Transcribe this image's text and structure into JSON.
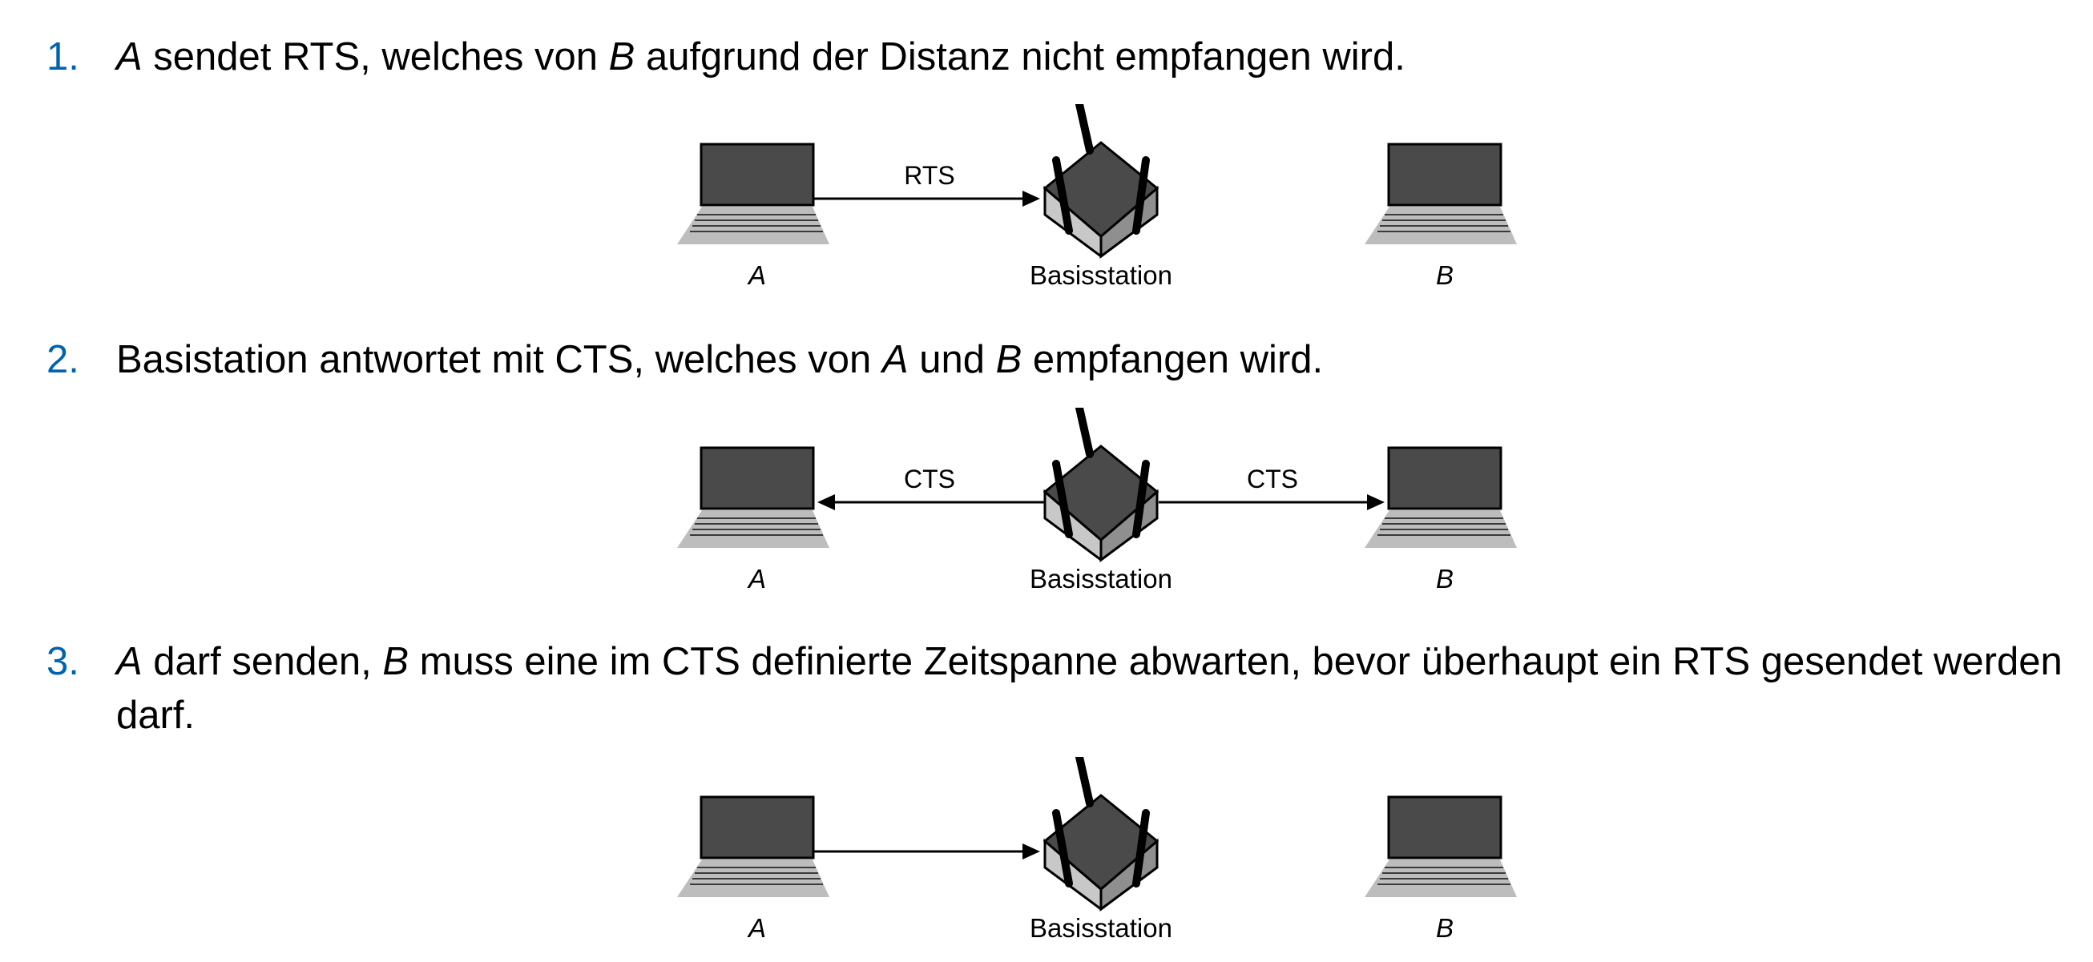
{
  "colors": {
    "accent": "#0063b0",
    "device": "#4a4a4a",
    "base_light": "#c8c8c8",
    "base_dark": "#8f8f8f"
  },
  "icons": {
    "laptop": "laptop-icon",
    "router": "wireless-router-icon"
  },
  "steps": [
    {
      "num": "1.",
      "node_a": "A",
      "t1": " sendet RTS, welches von ",
      "node_b": "B",
      "t2": " aufgrund der Distanz nicht empfangen wird.",
      "diagram": {
        "label_a": "A",
        "label_base": "Basisstation",
        "label_b": "B",
        "left_msg": "RTS",
        "right_msg": ""
      }
    },
    {
      "num": "2.",
      "t0": "Basistation antwortet mit CTS, welches von ",
      "node_a": "A",
      "t1": " und ",
      "node_b": "B",
      "t2": " empfangen wird.",
      "diagram": {
        "label_a": "A",
        "label_base": "Basisstation",
        "label_b": "B",
        "left_msg": "CTS",
        "right_msg": "CTS"
      }
    },
    {
      "num": "3.",
      "node_a": "A",
      "t1": " darf senden, ",
      "node_b": "B",
      "t2": " muss eine im CTS definierte Zeitspanne abwarten, bevor überhaupt ein RTS gesendet werden darf.",
      "diagram": {
        "label_a": "A",
        "label_base": "Basisstation",
        "label_b": "B",
        "left_msg": "",
        "right_msg": ""
      }
    }
  ]
}
